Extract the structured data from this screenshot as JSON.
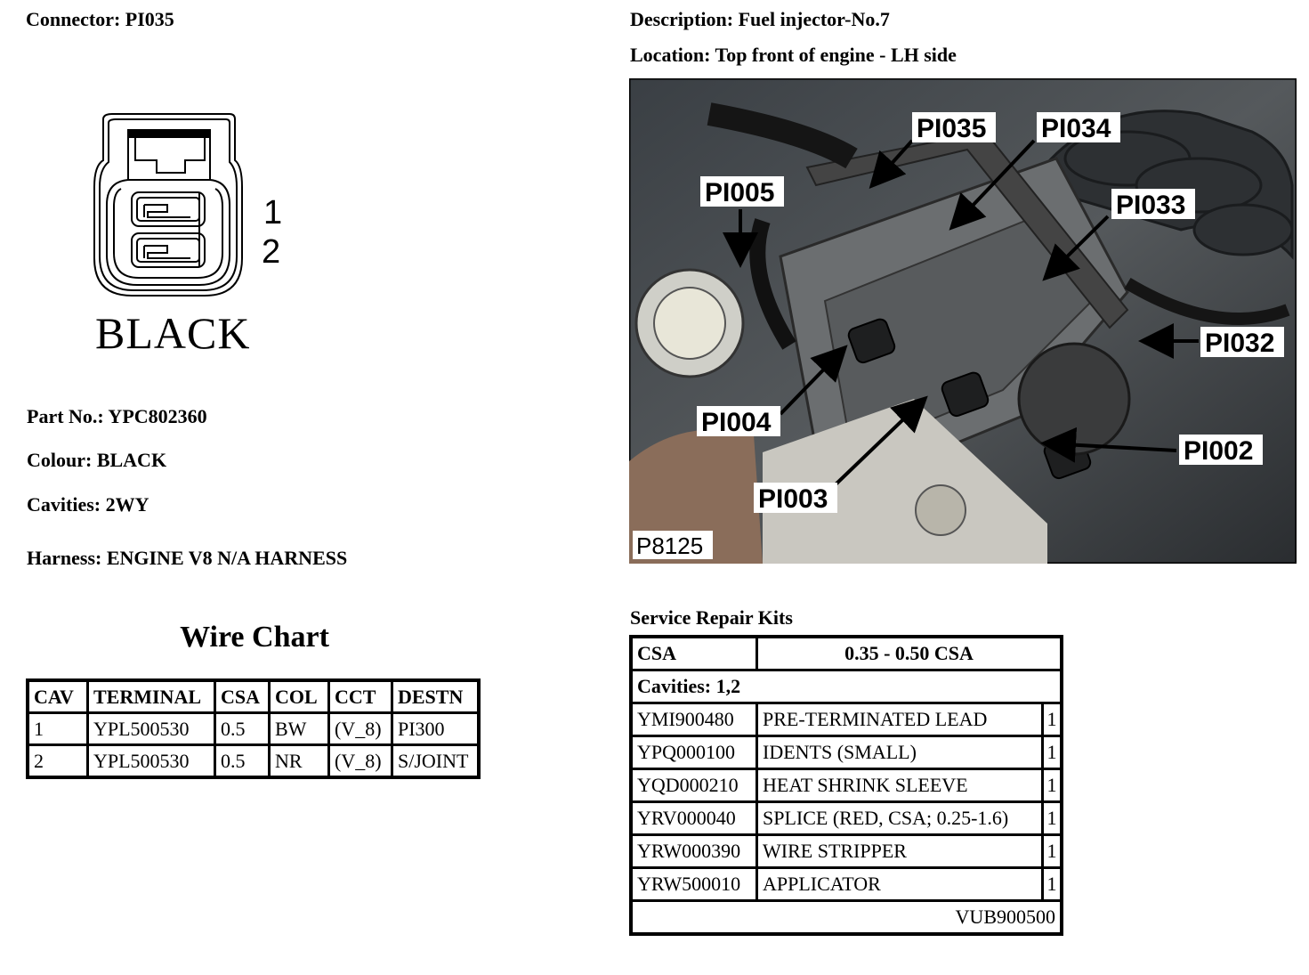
{
  "header": {
    "connector": "Connector: PI035",
    "description": "Description: Fuel injector-No.7",
    "location": "Location: Top front of engine - LH side"
  },
  "connector_diagram": {
    "pin_labels": [
      "1",
      "2"
    ],
    "colour_label": "BLACK"
  },
  "details": {
    "part_no": "Part No.: YPC802360",
    "colour": "Colour: BLACK",
    "cavities": "Cavities: 2WY",
    "harness": "Harness: ENGINE V8 N/A HARNESS"
  },
  "wire_chart": {
    "title": "Wire Chart",
    "columns": [
      "CAV",
      "TERMINAL",
      "CSA",
      "COL",
      "CCT",
      "DESTN"
    ],
    "rows": [
      [
        "1",
        "YPL500530",
        "0.5",
        "BW",
        "(V_8)",
        "PI300"
      ],
      [
        "2",
        "YPL500530",
        "0.5",
        "NR",
        "(V_8)",
        "S/JOINT"
      ]
    ]
  },
  "photo": {
    "callouts": [
      "PI035",
      "PI034",
      "PI005",
      "PI033",
      "PI032",
      "PI004",
      "PI002",
      "PI003"
    ],
    "ref": "P8125"
  },
  "service_kits": {
    "title": "Service Repair Kits",
    "csa_label": "CSA",
    "csa_value": "0.35 - 0.50 CSA",
    "cavities": "Cavities: 1,2",
    "items": [
      {
        "part": "YMI900480",
        "desc": "PRE-TERMINATED LEAD",
        "qty": "1"
      },
      {
        "part": "YPQ000100",
        "desc": "IDENTS (SMALL)",
        "qty": "1"
      },
      {
        "part": "YQD000210",
        "desc": "HEAT SHRINK SLEEVE",
        "qty": "1"
      },
      {
        "part": "YRV000040",
        "desc": "SPLICE (RED, CSA; 0.25-1.6)",
        "qty": "1"
      },
      {
        "part": "YRW000390",
        "desc": "WIRE STRIPPER",
        "qty": "1"
      },
      {
        "part": "YRW500010",
        "desc": "APPLICATOR",
        "qty": "1"
      }
    ],
    "kit_ref": "VUB900500"
  }
}
